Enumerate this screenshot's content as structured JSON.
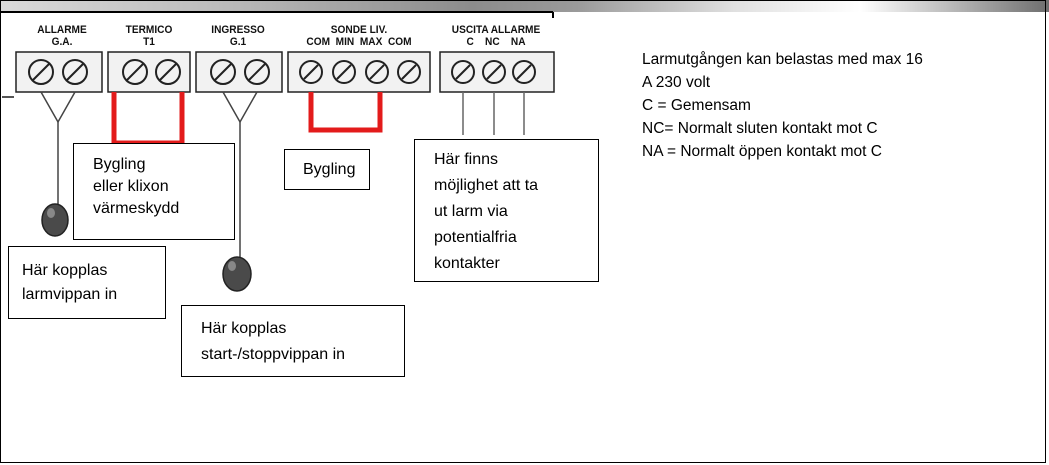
{
  "terminal_labels": [
    {
      "id": "allarme-ga",
      "line1": "ALLARME",
      "line2": "G.A."
    },
    {
      "id": "termico-t1",
      "line1": "TERMICO",
      "line2": "T1"
    },
    {
      "id": "ingresso-g1",
      "line1": "INGRESSO",
      "line2": "G.1"
    },
    {
      "id": "sonde-liv",
      "line1": "SONDE LIV.",
      "line2": "COM  MIN  MAX  COM"
    },
    {
      "id": "uscita-allarme",
      "line1": "USCITA ALLARME",
      "line2": "C    NC    NA"
    }
  ],
  "callouts": {
    "bygling_klixon": "Bygling\neller klixon\nvärmeskydd",
    "bygling": "Bygling",
    "larm_potentialfria": "Här finns\nmöjlighet att ta\nut larm via\npotentialfria\nkontakter",
    "larmvippan": "Här kopplas\nlarmvippan in",
    "startstoppvippan": "Här kopplas\nstart-/stoppvippan in"
  },
  "note_lines": [
    "Larmutgången kan belastas med max 16",
    "A 230 volt",
    "C = Gemensam",
    "NC= Normalt sluten kontakt mot C",
    "NA = Normalt öppen kontakt mot C"
  ],
  "colors": {
    "jumper": "#e31b1b",
    "terminal_fill": "#f2f2f2",
    "float_switch": "#4a4a4a",
    "wire": "#333333"
  }
}
